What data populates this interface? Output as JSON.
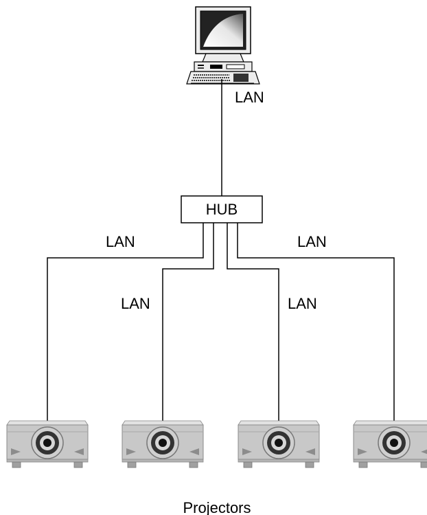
{
  "hub": {
    "label": "HUB"
  },
  "links": {
    "computer_to_hub": "LAN",
    "outer_left": "LAN",
    "inner_left": "LAN",
    "inner_right": "LAN",
    "outer_right": "LAN"
  },
  "devices": {
    "computer": {
      "icon": "desktop-computer-icon"
    },
    "projectors": [
      {
        "icon": "projector-icon"
      },
      {
        "icon": "projector-icon"
      },
      {
        "icon": "projector-icon"
      },
      {
        "icon": "projector-icon"
      }
    ]
  },
  "caption": "Projectors",
  "colors": {
    "line": "#000000",
    "projector_body": "#c8c8c8",
    "lens": "#333333"
  }
}
